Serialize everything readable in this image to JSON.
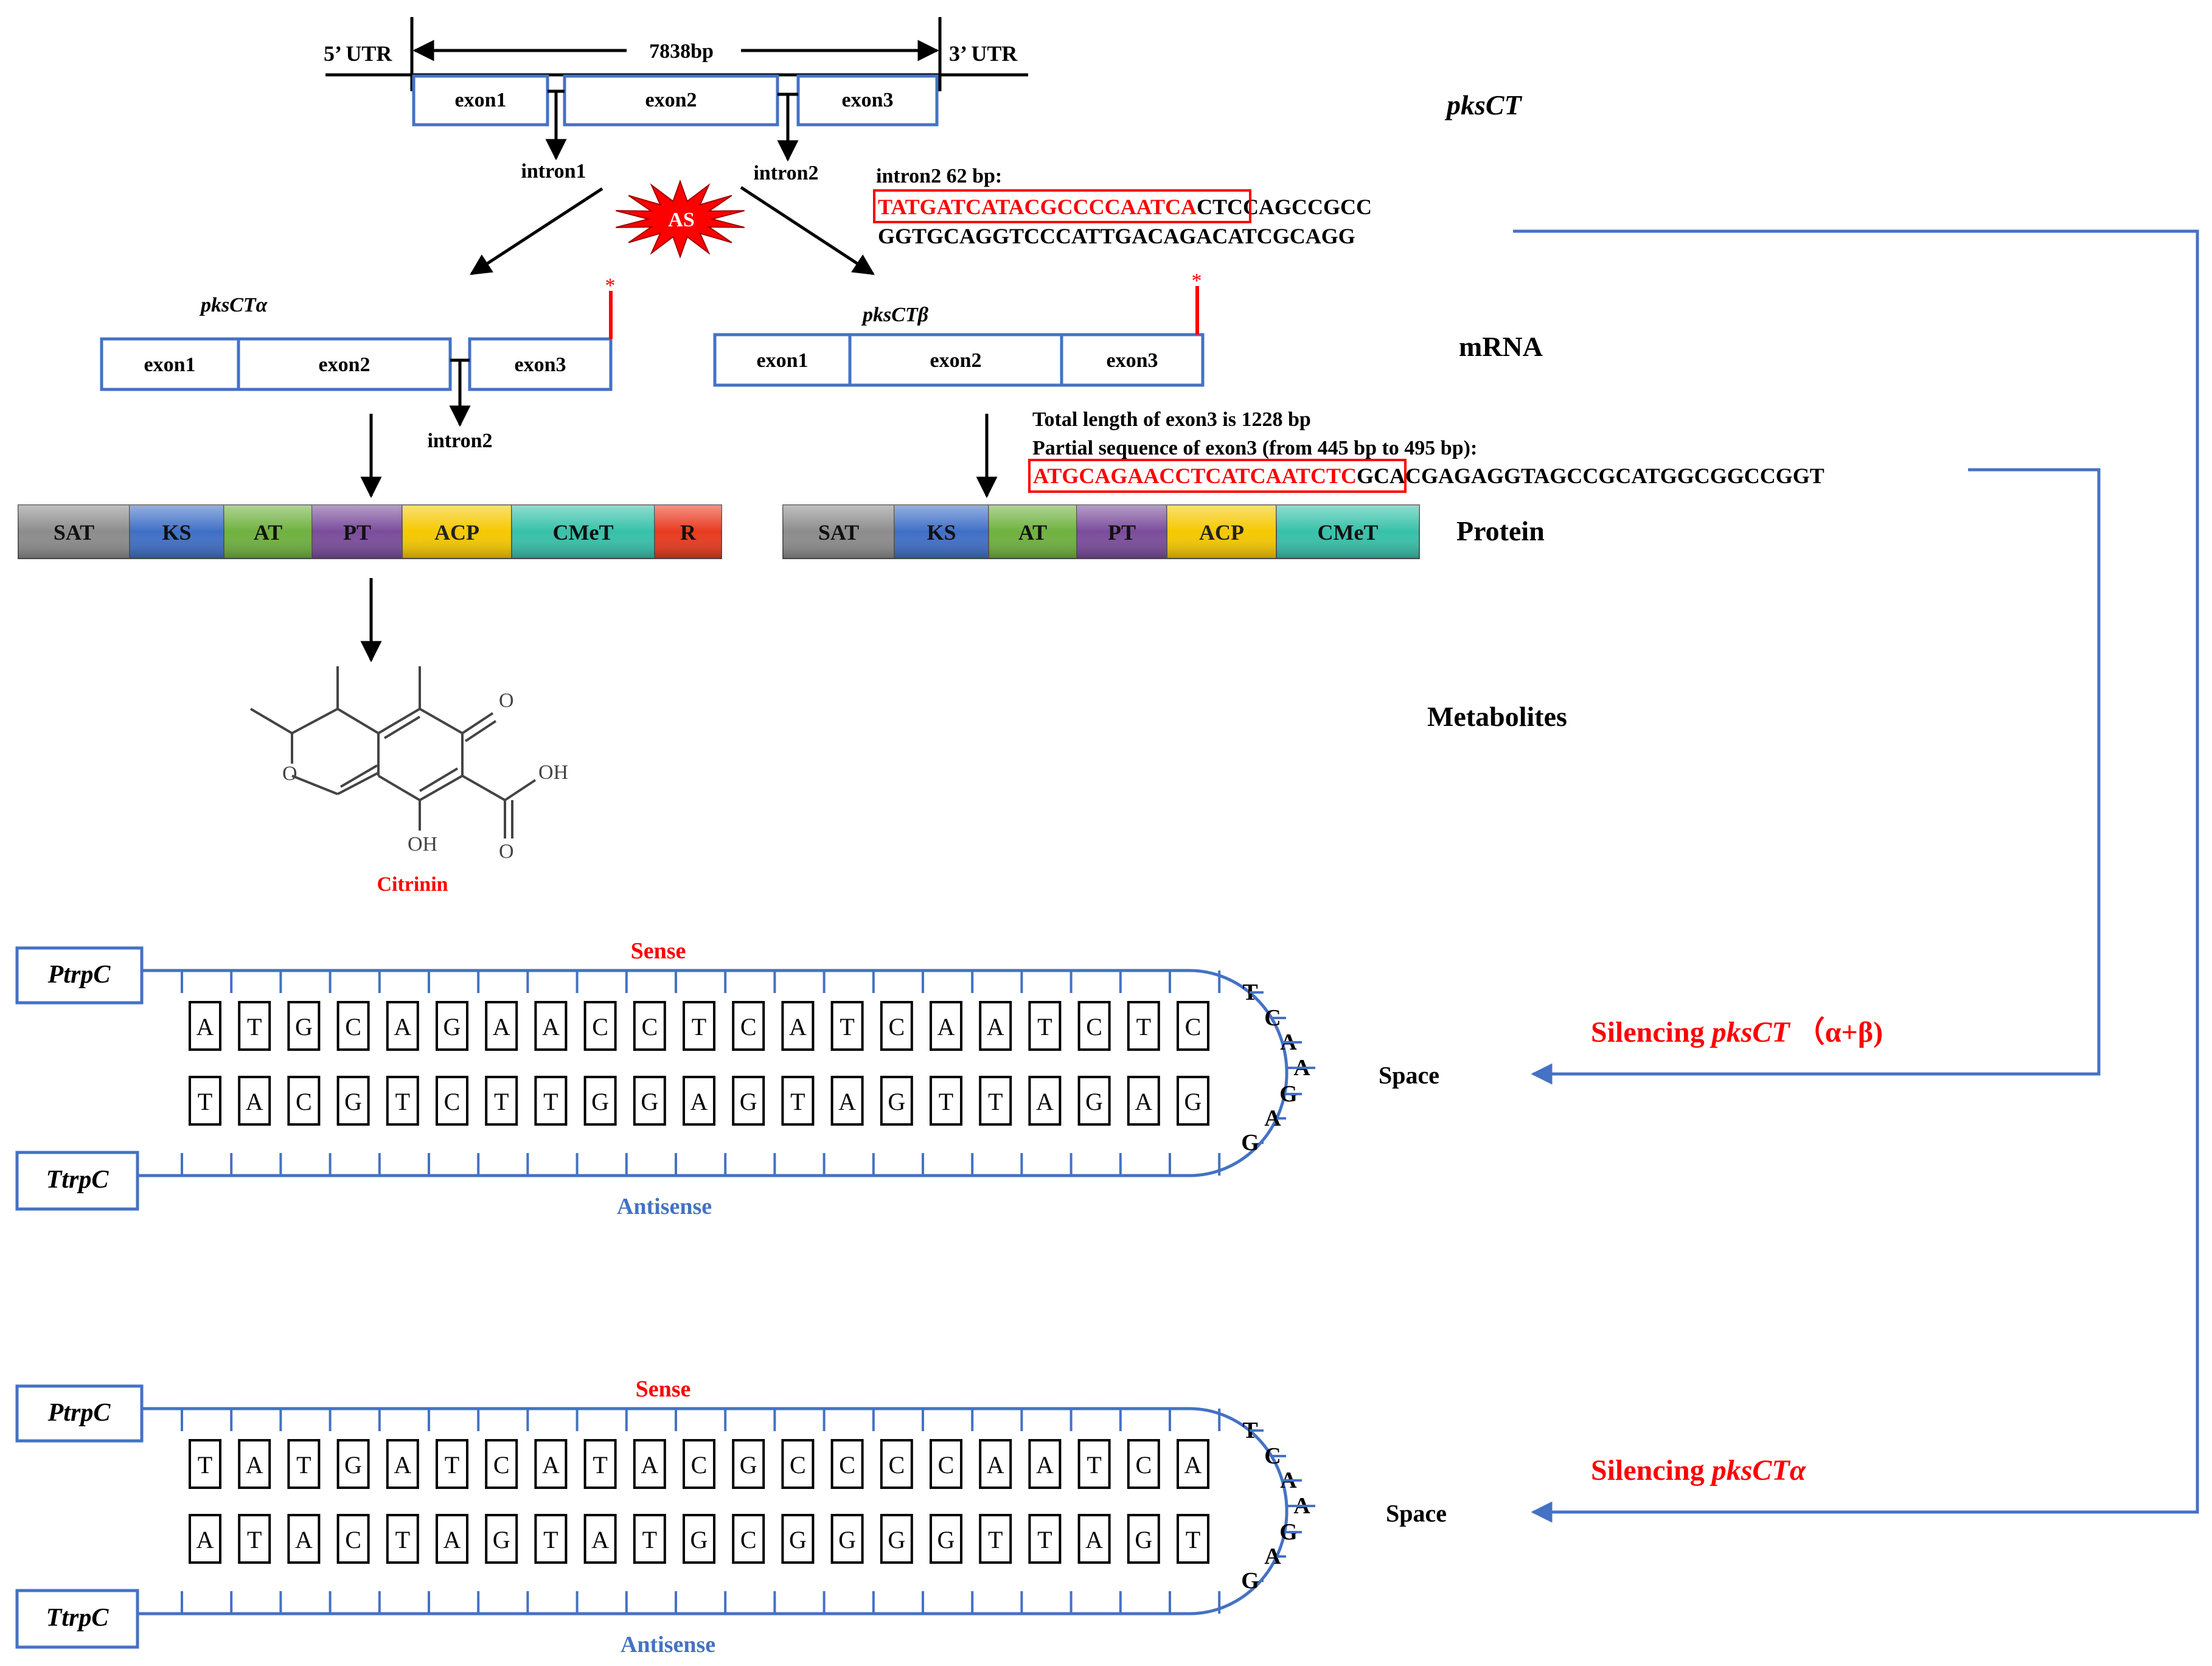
{
  "gene": {
    "utr5": "5’ UTR",
    "utr3": "3’ UTR",
    "length": "7838bp",
    "name": "pksCT",
    "exons": [
      "exon1",
      "exon2",
      "exon3"
    ],
    "intron1": "intron1",
    "intron2": "intron2",
    "as_label": "AS"
  },
  "intron_seq": {
    "header": "intron2 62 bp:",
    "highlight": "TATGATCATACGCCCCAATCA",
    "rest1": "CTCCAGCCGCC",
    "line2": "GGTGCAGGTCCCATTGACAGACATCGCAGG"
  },
  "alpha": {
    "name": "pksCTα",
    "exons": [
      "exon1",
      "exon2",
      "exon3"
    ],
    "intron": "intron2",
    "stop": "*"
  },
  "beta": {
    "name": "pksCTβ",
    "exons": [
      "exon1",
      "exon2",
      "exon3"
    ],
    "stop": "*"
  },
  "mrna_label": "mRNA",
  "exon3_info": {
    "line1": "Total length of exon3 is 1228 bp",
    "line2": "Partial sequence of exon3 (from 445 bp to 495 bp):",
    "highlight": "ATGCAGAACCTCATCAATCTC",
    "rest": "GCACGAGAGGTAGCCGCATGGCGGCCGGT"
  },
  "protein_label": "Protein",
  "protein_alpha": [
    "SAT",
    "KS",
    "AT",
    "PT",
    "ACP",
    "CMeT",
    "R"
  ],
  "protein_beta": [
    "SAT",
    "KS",
    "AT",
    "PT",
    "ACP",
    "CMeT"
  ],
  "metabolites_label": "Metabolites",
  "molecule": {
    "name": "Citrinin",
    "atoms": [
      "O",
      "O",
      "OH",
      "OH",
      "O"
    ]
  },
  "hairpin1": {
    "promoter": "PtrpC",
    "terminator": "TtrpC",
    "sense": "Sense",
    "antisense": "Antisense",
    "top": [
      "A",
      "T",
      "G",
      "C",
      "A",
      "G",
      "A",
      "A",
      "C",
      "C",
      "T",
      "C",
      "A",
      "T",
      "C",
      "A",
      "A",
      "T",
      "C",
      "T",
      "C"
    ],
    "bottom": [
      "T",
      "A",
      "C",
      "G",
      "T",
      "C",
      "T",
      "T",
      "G",
      "G",
      "A",
      "G",
      "T",
      "A",
      "G",
      "T",
      "T",
      "A",
      "G",
      "A",
      "G"
    ],
    "loop": [
      "T",
      "C",
      "A",
      "A",
      "G",
      "A",
      "G"
    ],
    "space": "Space"
  },
  "hairpin2": {
    "promoter": "PtrpC",
    "terminator": "TtrpC",
    "sense": "Sense",
    "antisense": "Antisense",
    "top": [
      "T",
      "A",
      "T",
      "G",
      "A",
      "T",
      "C",
      "A",
      "T",
      "A",
      "C",
      "G",
      "C",
      "C",
      "C",
      "C",
      "A",
      "A",
      "T",
      "C",
      "A"
    ],
    "bottom": [
      "A",
      "T",
      "A",
      "C",
      "T",
      "A",
      "G",
      "T",
      "A",
      "T",
      "G",
      "C",
      "G",
      "G",
      "G",
      "G",
      "T",
      "T",
      "A",
      "G",
      "T"
    ],
    "loop": [
      "T",
      "C",
      "A",
      "A",
      "G",
      "A",
      "G"
    ],
    "space": "Space"
  },
  "silencing1": {
    "prefix": "Silencing ",
    "gene": "pksCT",
    "suffix": "（α+β)"
  },
  "silencing2": {
    "prefix": "Silencing ",
    "gene": "pksCTα"
  },
  "colors": {
    "blue": "#4472c4",
    "red": "#ff0000",
    "SAT": "#8c8c8c",
    "KS": "#3f6fc6",
    "AT": "#6fb13f",
    "PT": "#7a4c9b",
    "ACP": "#f5c800",
    "CMeT": "#36c1a9",
    "R": "#e83a1e"
  }
}
